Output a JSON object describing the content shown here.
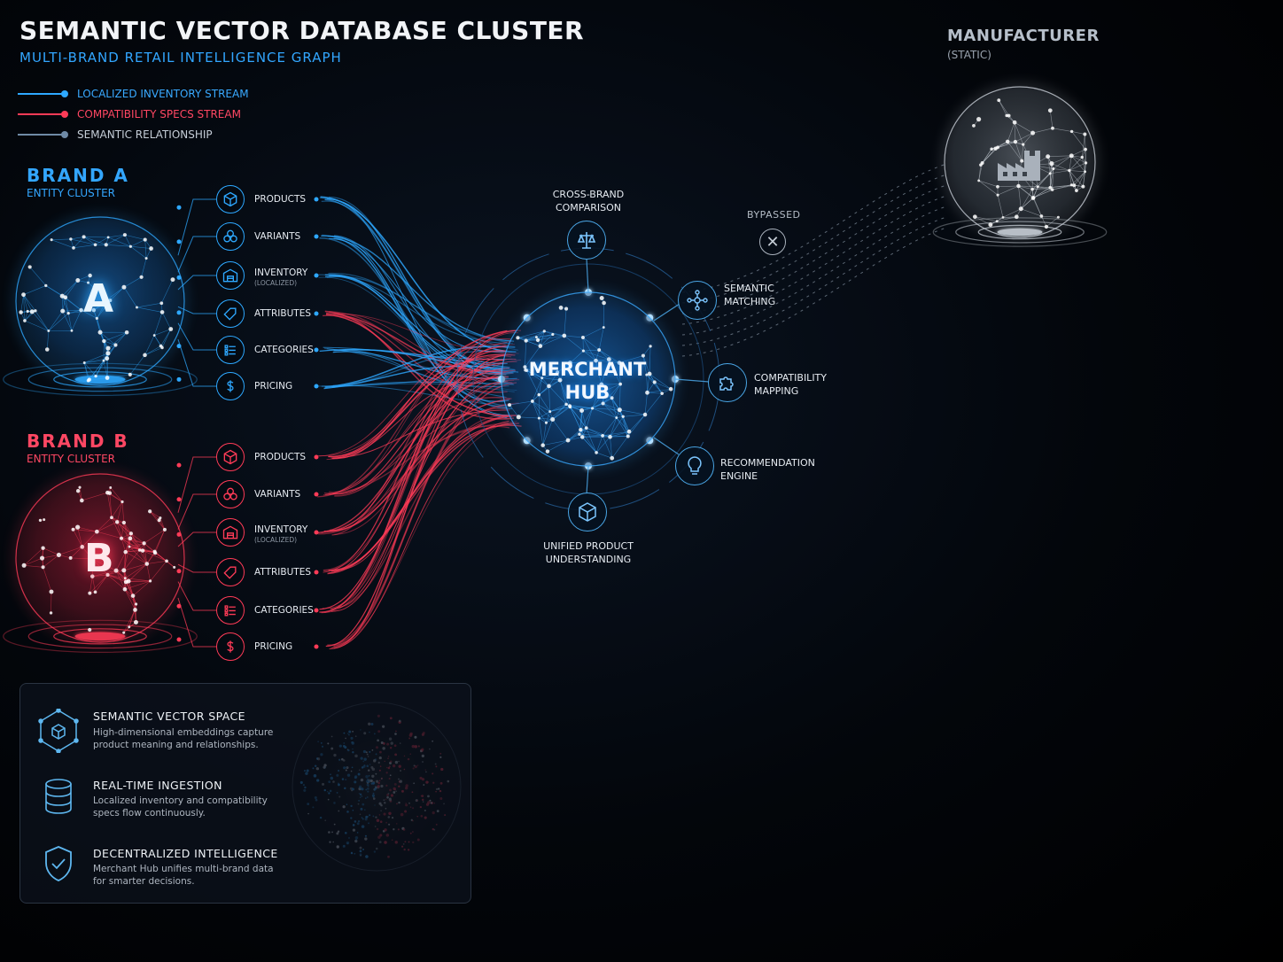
{
  "header": {
    "title": "SEMANTIC VECTOR DATABASE CLUSTER",
    "subtitle": "MULTI-BRAND RETAIL INTELLIGENCE GRAPH"
  },
  "legend": [
    {
      "label": "LOCALIZED INVENTORY STREAM",
      "color": "#2ea8ff"
    },
    {
      "label": "COMPATIBILITY SPECS STREAM",
      "color": "#ff3b57"
    },
    {
      "label": "SEMANTIC RELATIONSHIP",
      "color": "#8fa4b8"
    }
  ],
  "brand_a": {
    "title": "BRAND A",
    "subtitle": "ENTITY CLUSTER",
    "letter": "A",
    "color": "#2ea8ff",
    "items": [
      {
        "label": "PRODUCTS",
        "icon": "cube-icon"
      },
      {
        "label": "VARIANTS",
        "icon": "circles-icon"
      },
      {
        "label": "INVENTORY",
        "sub": "(LOCALIZED)",
        "icon": "warehouse-icon"
      },
      {
        "label": "ATTRIBUTES",
        "icon": "tag-icon"
      },
      {
        "label": "CATEGORIES",
        "icon": "list-icon"
      },
      {
        "label": "PRICING",
        "icon": "dollar-icon"
      }
    ]
  },
  "brand_b": {
    "title": "BRAND B",
    "subtitle": "ENTITY CLUSTER",
    "letter": "B",
    "color": "#ff3b57",
    "items": [
      {
        "label": "PRODUCTS",
        "icon": "cube-icon"
      },
      {
        "label": "VARIANTS",
        "icon": "circles-icon"
      },
      {
        "label": "INVENTORY",
        "sub": "(LOCALIZED)",
        "icon": "warehouse-icon"
      },
      {
        "label": "ATTRIBUTES",
        "icon": "tag-icon"
      },
      {
        "label": "CATEGORIES",
        "icon": "list-icon"
      },
      {
        "label": "PRICING",
        "icon": "dollar-icon"
      }
    ]
  },
  "hub": {
    "title_line1": "MERCHANT",
    "title_line2": "HUB",
    "features": {
      "cross_brand": {
        "line1": "CROSS-BRAND",
        "line2": "COMPARISON",
        "icon": "scales-icon"
      },
      "semantic": {
        "line1": "SEMANTIC",
        "line2": "MATCHING",
        "icon": "network-icon"
      },
      "compat": {
        "line1": "COMPATIBILITY",
        "line2": "MAPPING",
        "icon": "puzzle-icon"
      },
      "recommend": {
        "line1": "RECOMMENDATION",
        "line2": "ENGINE",
        "icon": "bulb-icon"
      },
      "unified": {
        "line1": "UNIFIED PRODUCT",
        "line2": "UNDERSTANDING",
        "icon": "box-icon"
      }
    }
  },
  "manufacturer": {
    "title": "MANUFACTURER",
    "subtitle": "(STATIC)",
    "bypassed_label": "BYPASSED"
  },
  "info_panel": {
    "items": [
      {
        "title": "SEMANTIC VECTOR SPACE",
        "desc": "High-dimensional embeddings capture product meaning and relationships.",
        "icon": "hexagon-cube-icon"
      },
      {
        "title": "REAL-TIME INGESTION",
        "desc": "Localized inventory and compatibility specs flow continuously.",
        "icon": "database-icon"
      },
      {
        "title": "DECENTRALIZED INTELLIGENCE",
        "desc": "Merchant Hub unifies multi-brand data for smarter decisions.",
        "icon": "shield-check-icon"
      }
    ]
  },
  "colors": {
    "blue": "#2ea8ff",
    "red": "#ff3b57",
    "grey": "#c9d0d8",
    "background": "#000000"
  }
}
